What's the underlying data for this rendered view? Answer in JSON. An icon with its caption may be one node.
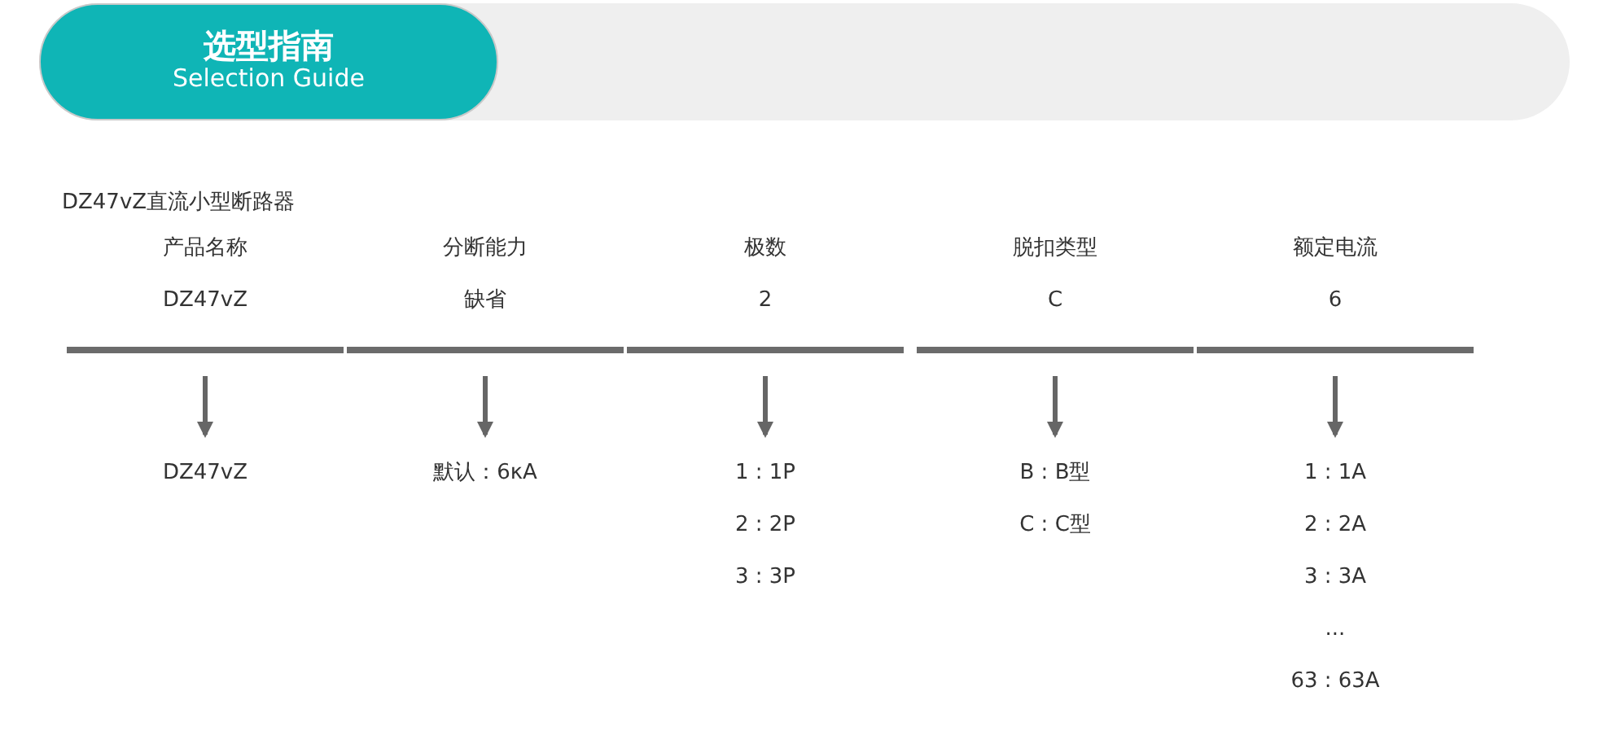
{
  "diagram": {
    "nodes": [
      {
        "text": [
          "选型指南",
          "Selection Guide"
        ]
      },
      {
        "text": [
          "产品名称",
          "DZ47vZ"
        ]
      },
      {
        "text": [
          "分断能力",
          "缺省"
        ]
      },
      {
        "text": [
          "极数",
          "2"
        ]
      },
      {
        "text": [
          "脱扣类型",
          "C"
        ]
      },
      {
        "text": [
          "额定电流",
          "6"
        ]
      },
      {
        "text": [
          "DZ47vZ"
        ]
      },
      {
        "text": [
          "默认：6κA"
        ]
      },
      {
        "text": [
          "1 : 1P",
          "2 : 2P",
          "3 : 3P"
        ]
      },
      {
        "text": [
          "B : B型",
          "C : C型"
        ]
      },
      {
        "text": [
          "1 : 1A",
          "2 : 2A",
          "3 : 3A",
          "...",
          "63 : 63A"
        ]
      }
    ],
    "edges": [
      {
        "from": 1,
        "to": 6,
        "arrow": "to"
      },
      {
        "from": 2,
        "to": 7,
        "arrow": "to"
      },
      {
        "from": 3,
        "to": 8,
        "arrow": "to"
      },
      {
        "from": 4,
        "to": 9,
        "arrow": "to"
      },
      {
        "from": 5,
        "to": 10,
        "arrow": "to"
      }
    ],
    "labels": [
      "DZ47vZ直流小型断路器"
    ]
  }
}
